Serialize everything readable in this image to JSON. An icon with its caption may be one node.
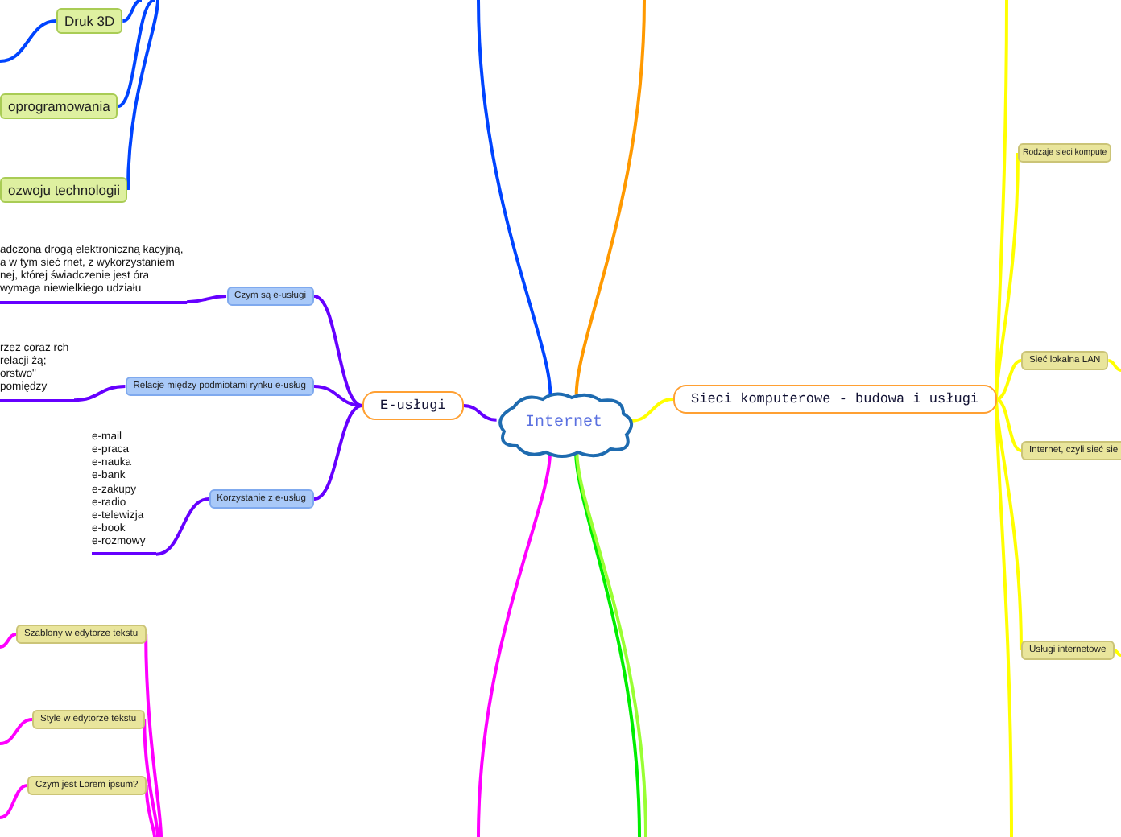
{
  "diagram": {
    "nodes": [
      {
        "text": [
          "Internet"
        ]
      },
      {
        "text": [
          "Druk 3D"
        ]
      },
      {
        "text": [
          "oprogramowania"
        ]
      },
      {
        "text": [
          "ozwoju technologii"
        ]
      },
      {
        "text": [
          "E-usługi"
        ]
      },
      {
        "text": [
          "Czym są e-usługi"
        ]
      },
      {
        "text": [
          "adczona drogą elektroniczną kacyjną, a w tym sieć rnet, z wykorzystaniem nej, której świadczenie jest óra wymaga niewielkiego udziału"
        ]
      },
      {
        "text": [
          "Relacje między podmiotami rynku e-usług"
        ]
      },
      {
        "text": [
          "rzez coraz rch relacji żą; orstwo\" pomiędzy"
        ]
      },
      {
        "text": [
          "Korzystanie z e-usług"
        ]
      },
      {
        "text": [
          "e-mail e-praca e-nauka e-bank e-zakupy e-radio e-telewizja e-book e-rozmowy"
        ]
      },
      {
        "text": [
          "Szablony w edytorze tekstu"
        ]
      },
      {
        "text": [
          "Style w edytorze tekstu"
        ]
      },
      {
        "text": [
          "Czym jest Lorem ipsum?"
        ]
      },
      {
        "text": [
          "Sieci komputerowe - budowa i usługi"
        ]
      },
      {
        "text": [
          "Rodzaje sieci kompute"
        ]
      },
      {
        "text": [
          "Sieć lokalna LAN"
        ]
      },
      {
        "text": [
          "Internet, czyli sieć sie"
        ]
      },
      {
        "text": [
          "Usługi internetowe"
        ]
      }
    ],
    "edges": [
      {
        "from": null,
        "to": 1,
        "arrow": "none",
        "color": "#0044ff"
      },
      {
        "from": 1,
        "to": null,
        "arrow": "none",
        "color": "#0044ff"
      },
      {
        "from": null,
        "to": 2,
        "arrow": "none",
        "color": "#0044ff"
      },
      {
        "from": null,
        "to": 3,
        "arrow": "none",
        "color": "#0044ff"
      },
      {
        "from": 0,
        "to": null,
        "arrow": "none",
        "color": "#0044ff"
      },
      {
        "from": 0,
        "to": null,
        "arrow": "none",
        "color": "#ff9900"
      },
      {
        "from": 0,
        "to": 4,
        "arrow": "none",
        "color": "#6600ff"
      },
      {
        "from": 4,
        "to": 5,
        "arrow": "none",
        "color": "#6600ff"
      },
      {
        "from": 5,
        "to": 6,
        "arrow": "none",
        "color": "#6600ff"
      },
      {
        "from": 4,
        "to": 7,
        "arrow": "none",
        "color": "#6600ff"
      },
      {
        "from": 7,
        "to": 8,
        "arrow": "none",
        "color": "#6600ff"
      },
      {
        "from": 4,
        "to": 9,
        "arrow": "none",
        "color": "#6600ff"
      },
      {
        "from": 9,
        "to": 10,
        "arrow": "none",
        "color": "#6600ff"
      },
      {
        "from": 0,
        "to": null,
        "arrow": "none",
        "color": "#ff00ff"
      },
      {
        "from": null,
        "to": 11,
        "arrow": "none",
        "color": "#ff00ff"
      },
      {
        "from": 11,
        "to": null,
        "arrow": "none",
        "color": "#ff00ff"
      },
      {
        "from": null,
        "to": 12,
        "arrow": "none",
        "color": "#ff00ff"
      },
      {
        "from": 12,
        "to": null,
        "arrow": "none",
        "color": "#ff00ff"
      },
      {
        "from": null,
        "to": 13,
        "arrow": "none",
        "color": "#ff00ff"
      },
      {
        "from": 13,
        "to": null,
        "arrow": "none",
        "color": "#ff00ff"
      },
      {
        "from": 0,
        "to": null,
        "arrow": "none",
        "color": "#00ee00"
      },
      {
        "from": 0,
        "to": null,
        "arrow": "none",
        "color": "#99ff33"
      },
      {
        "from": 0,
        "to": 14,
        "arrow": "none",
        "color": "#ffff00"
      },
      {
        "from": 14,
        "to": 15,
        "arrow": "none",
        "color": "#ffff00"
      },
      {
        "from": 14,
        "to": 16,
        "arrow": "none",
        "color": "#ffff00"
      },
      {
        "from": 14,
        "to": 17,
        "arrow": "none",
        "color": "#ffff00"
      },
      {
        "from": 14,
        "to": 18,
        "arrow": "none",
        "color": "#ffff00"
      },
      {
        "from": 14,
        "to": null,
        "arrow": "none",
        "color": "#ffff00"
      },
      {
        "from": 14,
        "to": null,
        "arrow": "none",
        "color": "#ffff00"
      },
      {
        "from": 16,
        "to": null,
        "arrow": "none",
        "color": "#ffff00"
      },
      {
        "from": 18,
        "to": null,
        "arrow": "none",
        "color": "#ffff00"
      }
    ]
  }
}
